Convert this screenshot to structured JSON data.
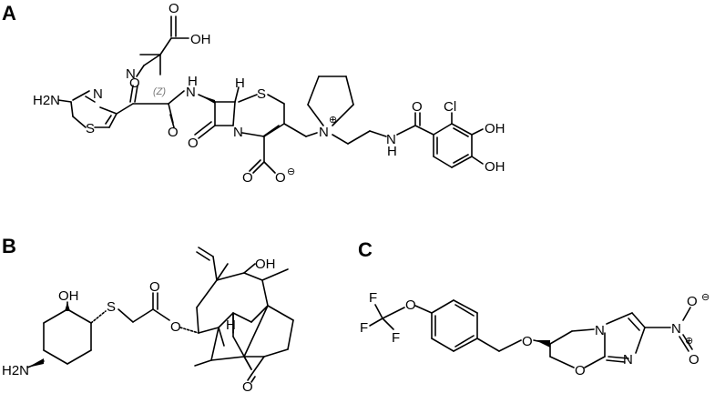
{
  "panels": {
    "a": "A",
    "b": "B",
    "c": "C"
  },
  "mol_a": {
    "cooh_o": "O",
    "cooh_oh": "OH",
    "ether_o": "O",
    "oxime_n": "N",
    "stereo_label": "(Z)",
    "amino": "H2N",
    "thiazole_n": "N",
    "thiazole_s": "S",
    "amide_nh": "N",
    "amide_nh_h": "H",
    "amide_o": "O",
    "beta_h": "H",
    "ring_s": "S",
    "lactam_o": "O",
    "lactam_n": "N",
    "carboxylate_o": "O",
    "carboxylate_om": "O",
    "charge_minus": "⊖",
    "quat_n": "N",
    "charge_plus": "⊕",
    "linker_nh": "N",
    "linker_nh_h": "H",
    "benzamide_o": "O",
    "chloro": "Cl",
    "oh_1": "OH",
    "oh_2": "OH"
  },
  "mol_b": {
    "oh_top": "OH",
    "oh_left": "OH",
    "thioether_s": "S",
    "ester_o_carbonyl": "O",
    "ester_o": "O",
    "amino": "H2N",
    "bridge_h": "H",
    "ketone_o": "O"
  },
  "mol_c": {
    "cf3_f1": "F",
    "cf3_f2": "F",
    "cf3_f3": "F",
    "aryl_ether_o": "O",
    "benzyl_ether_o": "O",
    "ring_n_plus": "N",
    "ring_n": "N",
    "ring_o": "O",
    "nitro_n": "N",
    "nitro_o_top": "O",
    "nitro_o_bottom": "O",
    "charge_minus": "⊖",
    "charge_plus": "⊕"
  }
}
